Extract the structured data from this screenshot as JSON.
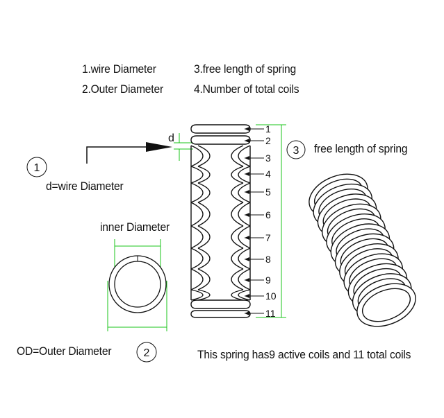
{
  "legend": {
    "item1": "1.wire Diameter",
    "item2": "2.Outer Diameter",
    "item3": "3.free length of spring",
    "item4": "4.Number of total coils"
  },
  "wire": {
    "marker": "1",
    "d_label": "d",
    "caption": "d=wire Diameter"
  },
  "free_length": {
    "marker": "3",
    "caption": "free length of spring"
  },
  "ring": {
    "inner_caption": "inner Diameter",
    "outer_caption": "OD=Outer Diameter",
    "marker": "2"
  },
  "coil_numbers": [
    "1",
    "2",
    "3",
    "4",
    "5",
    "6",
    "7",
    "8",
    "9",
    "10",
    "11"
  ],
  "summary": "This spring has9 active coils and 11 total coils",
  "colors": {
    "line": "#111111",
    "dimension": "#19c419"
  }
}
